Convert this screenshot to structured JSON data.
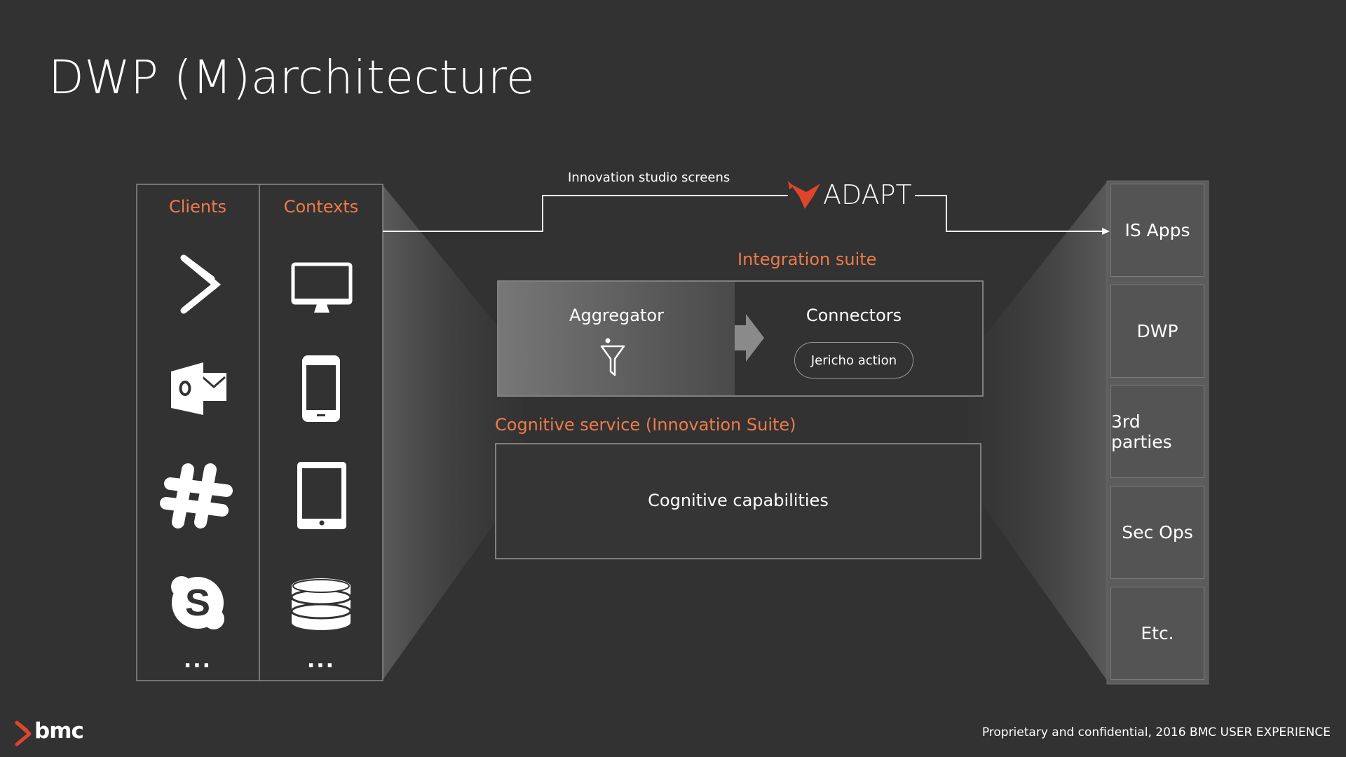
{
  "slide": {
    "title": "DWP (M)architecture"
  },
  "left_panel": {
    "clients_header": "Clients",
    "contexts_header": "Contexts",
    "clients_icons": [
      "bmc-logo-icon",
      "outlook-icon",
      "slack-icon",
      "skype-icon"
    ],
    "contexts_icons": [
      "monitor-icon",
      "phone-icon",
      "tablet-icon",
      "database-icon"
    ],
    "clients_more": "...",
    "contexts_more": "..."
  },
  "flow": {
    "innovation_label": "Innovation studio screens",
    "adapt_label": "ADAPT"
  },
  "integration": {
    "title": "Integration suite",
    "aggregator": "Aggregator",
    "connectors": "Connectors",
    "jericho": "Jericho action"
  },
  "cognitive": {
    "title": "Cognitive service (Innovation Suite)",
    "capabilities": "Cognitive capabilities"
  },
  "right_panel": {
    "items": [
      "IS Apps",
      "DWP",
      "3rd parties",
      "Sec Ops",
      "Etc."
    ]
  },
  "footer": {
    "brand": "bmc",
    "confidential": "Proprietary and confidential, 2016 BMC USER EXPERIENCE"
  },
  "colors": {
    "background": "#323232",
    "accent": "#ee7b4a",
    "adapt_bird": "#e0452b",
    "right_box": "#545454"
  }
}
